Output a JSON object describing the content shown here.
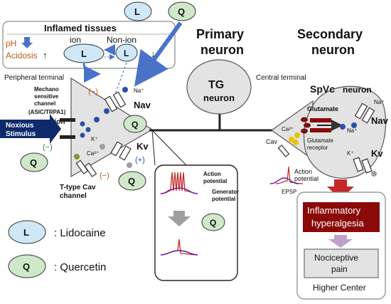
{
  "inflamed": {
    "title": "Inflamed tissues",
    "ph": "pH",
    "acidosis": "Acidosis",
    "up_arrow": "↑",
    "down_arrow": "↓",
    "ion": "ion",
    "non_ion": "Non-ion"
  },
  "drugs": {
    "L": "L",
    "Q": "Q"
  },
  "primary": {
    "line1": "Primary",
    "line2": "neuron"
  },
  "secondary": {
    "line1": "Secondary",
    "line2": "neuron"
  },
  "tg": {
    "line1": "TG",
    "line2": "neuron"
  },
  "labels": {
    "peripheral_terminal": "Peripheral terminal",
    "central_terminal": "Central terminal",
    "mechano1": "Mechano",
    "mechano2": "sensitive",
    "mechano3": "channel",
    "mechano4": "(ASIC/TRPA1)",
    "cation": "cation",
    "noxious1": "Noxious",
    "noxious2": "Stimulus",
    "na_plus": "Na⁺",
    "k_plus": "K⁺",
    "ca2_plus": "Ca²⁺",
    "nav": "Nav",
    "kv": "Kv",
    "cav": "Cav",
    "minus": "(−)",
    "plus": "(+)",
    "ttype1": "T-type Cav",
    "ttype2": "channel",
    "ap1": "Action",
    "ap2": "potential",
    "gp1": "Generator",
    "gp2": "potential",
    "glutamate": "Glutamate",
    "glut_rec1": "Glutamate",
    "glut_rec2": "receptor",
    "epsp": "EPSP",
    "spvc": "SpVc",
    "neuron": "neuron",
    "infl1": "Inflammatory",
    "infl2": "hyperalgesia",
    "noci1": "Nociceptive",
    "noci2": "pain",
    "higher": "Higher Center"
  },
  "legend": [
    {
      "symbol": "L",
      "text": ": Lidocaine"
    },
    {
      "symbol": "Q",
      "text": ": Quercetin"
    }
  ],
  "colors": {
    "lidocaine": "#cfe8f7",
    "quercetin": "#cfe8c9",
    "arrow_blue": "#4a73c8",
    "dark_red": "#8a0a0a",
    "navy": "#0d2b6b"
  }
}
